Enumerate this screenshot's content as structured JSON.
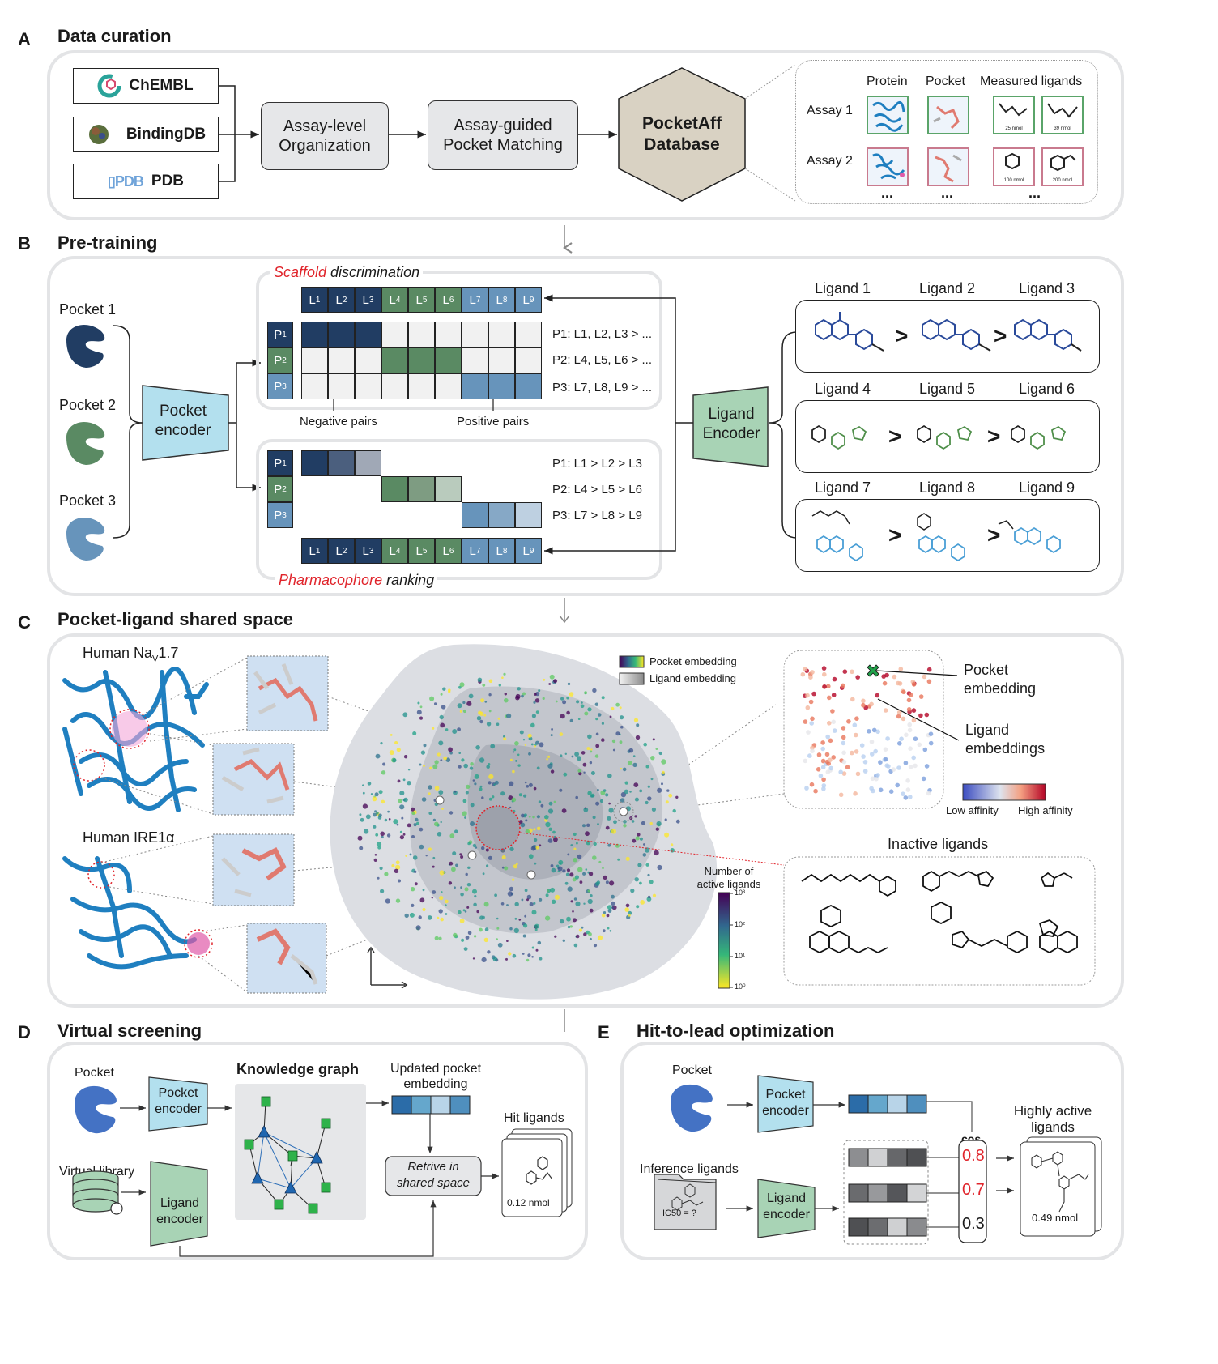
{
  "panelA": {
    "letter": "A",
    "title": "Data curation",
    "sources": [
      {
        "name": "ChEMBL",
        "icon": "chembl-logo-icon"
      },
      {
        "name": "BindingDB",
        "icon": "bindingdb-logo-icon"
      },
      {
        "name": "PDB",
        "icon": "pdb-logo-icon"
      }
    ],
    "step1": "Assay-level Organization",
    "step1_lines": [
      "Assay-level",
      "Organization"
    ],
    "step2_lines": [
      "Assay-guided",
      "Pocket Matching"
    ],
    "database_lines": [
      "PocketAff",
      "Database"
    ],
    "detail": {
      "columns": [
        "Protein",
        "Pocket",
        "Measured ligands"
      ],
      "rows": [
        {
          "label": "Assay 1",
          "ligand_values": [
            "25 nmol",
            "39 nmol"
          ],
          "color": "#5aa469"
        },
        {
          "label": "Assay 2",
          "ligand_values": [
            "100 nmol",
            "200 nmol"
          ],
          "color": "#c97a8e"
        }
      ],
      "ellipsis": "..."
    }
  },
  "panelB": {
    "letter": "B",
    "title": "Pre-training",
    "pockets": [
      {
        "label": "Pocket 1",
        "color": "#213d63"
      },
      {
        "label": "Pocket 2",
        "color": "#5a8a63"
      },
      {
        "label": "Pocket 3",
        "color": "#6794bb"
      }
    ],
    "pocket_encoder_lines": [
      "Pocket",
      "encoder"
    ],
    "ligand_encoder_lines": [
      "Ligand",
      "Encoder"
    ],
    "scaffold": {
      "title_red": "Scaffold",
      "title_rest": " discrimination",
      "ligand_labels": [
        "L1",
        "L2",
        "L3",
        "L4",
        "L5",
        "L6",
        "L7",
        "L8",
        "L9"
      ],
      "pocket_labels": [
        "P1",
        "P2",
        "P3"
      ],
      "rules": [
        "P1: L1, L2, L3 > ...",
        "P2: L4, L5, L6 > ...",
        "P3: L7, L8, L9 > ..."
      ],
      "negative_label": "Negative pairs",
      "positive_label": "Positive pairs"
    },
    "pharmacophore": {
      "title_red": "Pharmacophore",
      "title_rest": " ranking",
      "rules": [
        "P1: L1 > L2 > L3",
        "P2: L4 > L5 > L6",
        "P3: L7 > L8 > L9"
      ]
    },
    "ligand_groups": [
      {
        "labels": [
          "Ligand 1",
          "Ligand 2",
          "Ligand 3"
        ],
        "color": "#2a4a9a"
      },
      {
        "labels": [
          "Ligand 4",
          "Ligand 5",
          "Ligand 6"
        ],
        "color": "#4f8f4a"
      },
      {
        "labels": [
          "Ligand 7",
          "Ligand 8",
          "Ligand 9"
        ],
        "color": "#4a9fd6"
      }
    ],
    "greater_than": ">"
  },
  "panelC": {
    "letter": "C",
    "title": "Pocket-ligand shared space",
    "proteins": [
      {
        "name_pre": "Human Na",
        "name_sub": "V",
        "name_post": "1.7"
      },
      {
        "name_pre": "Human IRE1α",
        "name_sub": "",
        "name_post": ""
      }
    ],
    "legend": {
      "pocket": "Pocket embedding",
      "ligand": "Ligand embedding"
    },
    "colorbar": {
      "title_lines": [
        "Number of",
        "active ligands"
      ],
      "ticks": [
        "10³",
        "10²",
        "10¹",
        "10⁰"
      ]
    },
    "zoom_inset": {
      "pocket_label_lines": [
        "Pocket",
        "embedding"
      ],
      "ligand_label_lines": [
        "Ligand",
        "embeddings"
      ],
      "affinity_low": "Low affinity",
      "affinity_high": "High affinity"
    },
    "inactive_title": "Inactive ligands"
  },
  "panelD": {
    "letter": "D",
    "title": "Virtual screening",
    "pocket_label": "Pocket",
    "pocket_encoder_lines": [
      "Pocket",
      "encoder"
    ],
    "knowledge_graph": "Knowledge graph",
    "updated_lines": [
      "Updated pocket",
      "embedding"
    ],
    "virtual_library": "Virtual library",
    "ligand_encoder_lines": [
      "Ligand",
      "encoder"
    ],
    "retrieve_lines": [
      "Retrive in",
      "shared space"
    ],
    "hit_ligands": "Hit ligands",
    "hit_value": "0.12 nmol"
  },
  "panelE": {
    "letter": "E",
    "title": "Hit-to-lead optimization",
    "pocket_label": "Pocket",
    "pocket_encoder_lines": [
      "Pocket",
      "encoder"
    ],
    "inference_label": "Inference ligands",
    "ic50_label": "IC50 = ?",
    "ligand_encoder_lines": [
      "Ligand",
      "encoder"
    ],
    "cos_label": "cos",
    "cos_values": [
      "0.8",
      "0.7",
      "0.3"
    ],
    "highly_active_lines": [
      "Highly active",
      "ligands"
    ],
    "lead_value": "0.49 nmol"
  },
  "colors": {
    "dark_blue": "#213d63",
    "green": "#5a8a63",
    "light_blue": "#6794bb",
    "encoder_blue": "#b3e0ee",
    "encoder_green": "#a8d3b5",
    "database_tan": "#d9d2c3",
    "accent_red": "#e0242b",
    "panel_border": "#e3e4e6"
  }
}
